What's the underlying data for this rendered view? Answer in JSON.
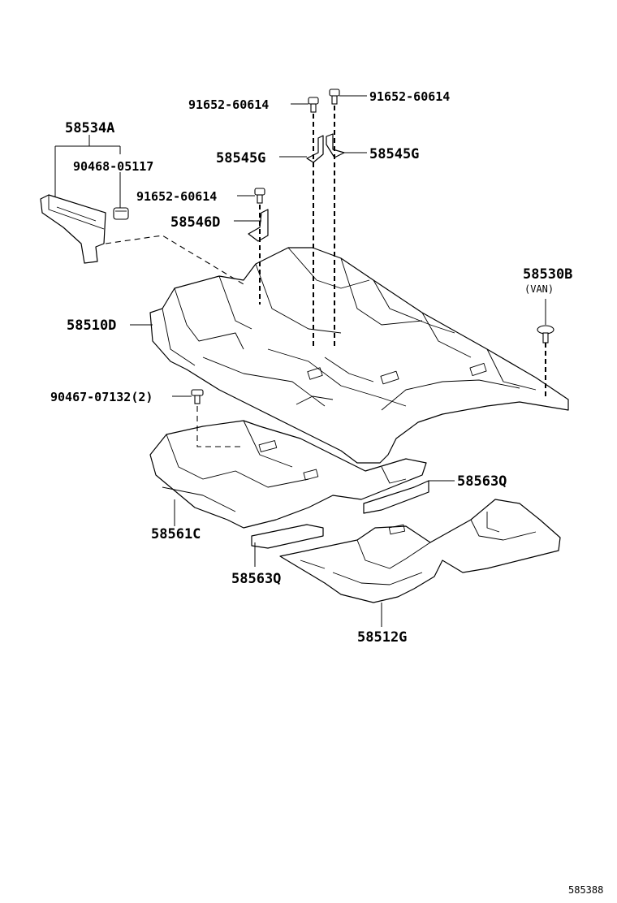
{
  "diagram_id": "585388",
  "labels": {
    "l58534A": "58534A",
    "l90468_05117": "90468-05117",
    "l91652_tl": "91652-60614",
    "l91652_tr": "91652-60614",
    "l58545G_l": "58545G",
    "l58545G_r": "58545G",
    "l91652_ml": "91652-60614",
    "l58546D": "58546D",
    "l58530B": "58530B",
    "van": "(VAN)",
    "l58510D": "58510D",
    "l90467_07132": "90467-07132(2)",
    "l58563Q_r": "58563Q",
    "l58561C": "58561C",
    "l58563Q_l": "58563Q",
    "l58512G": "58512G"
  }
}
